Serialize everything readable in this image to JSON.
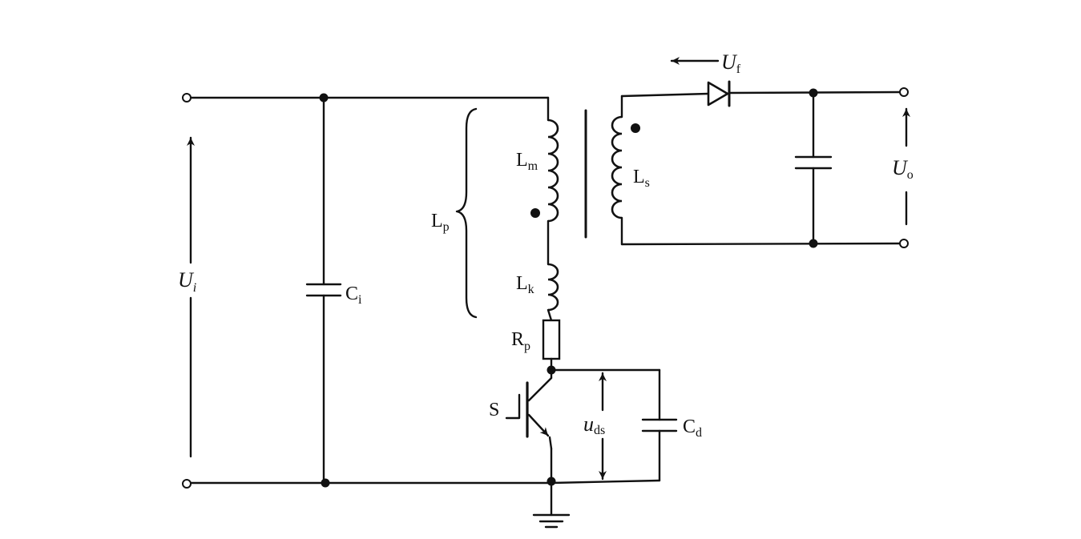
{
  "labels": {
    "ui": {
      "main": "U",
      "sub": "i"
    },
    "ci": {
      "main": "C",
      "sub": "i"
    },
    "lp": {
      "main": "L",
      "sub": "p"
    },
    "lm": {
      "main": "L",
      "sub": "m"
    },
    "lk": {
      "main": "L",
      "sub": "k"
    },
    "rp": {
      "main": "R",
      "sub": "p"
    },
    "ls": {
      "main": "L",
      "sub": "s"
    },
    "uf": {
      "main": "U",
      "sub": "f"
    },
    "uo": {
      "main": "U",
      "sub": "o"
    },
    "s": {
      "main": "S"
    },
    "uds": {
      "main": "u",
      "sub": "ds"
    },
    "cd": {
      "main": "C",
      "sub": "d"
    }
  }
}
